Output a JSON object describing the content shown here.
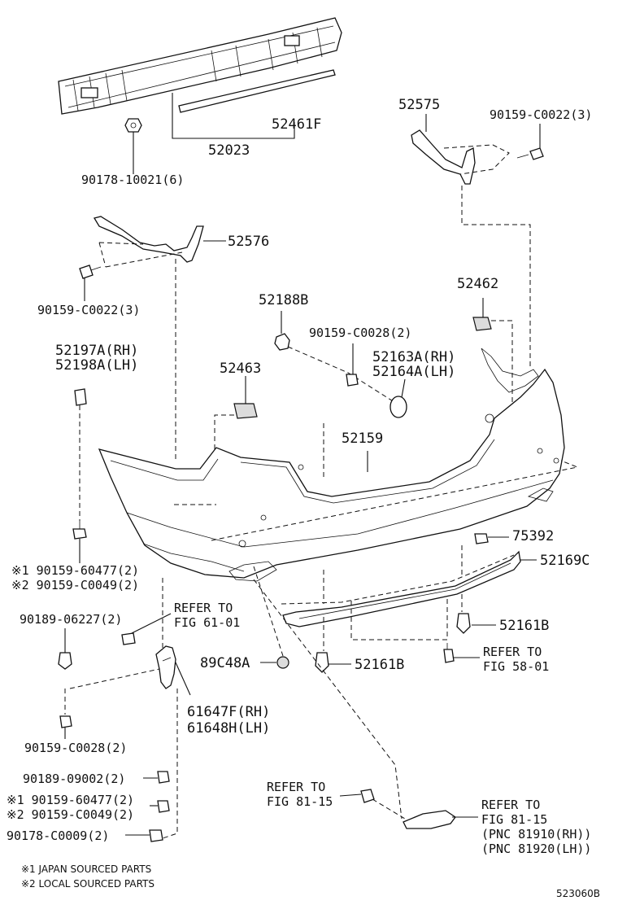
{
  "diagram": {
    "code": "523060B",
    "notes": [
      "※1 JAPAN SOURCED PARTS",
      "※2 LOCAL SOURCED PARTS"
    ],
    "labels": {
      "p52461F": "52461F",
      "p52023": "52023",
      "p90178_10021": "90178-10021(6)",
      "p52575": "52575",
      "p90159_C0022_r": "90159-C0022(3)",
      "p52576": "52576",
      "p90159_C0022_l": "90159-C0022(3)",
      "p52188B": "52188B",
      "p90159_C0028_top": "90159-C0028(2)",
      "p52462": "52462",
      "p52163A": "52163A(RH)",
      "p52164A": "52164A(LH)",
      "p52197A": "52197A(RH)",
      "p52198A": "52198A(LH)",
      "p52463": "52463",
      "p52159": "52159",
      "p90159_60477_a": "※1 90159-60477(2)",
      "p90159_C0049_a": "※2 90159-C0049(2)",
      "p75392": "75392",
      "p52169C": "52169C",
      "p90189_06227": "90189-06227(2)",
      "refer_61_a": "REFER TO",
      "refer_61_b": "FIG 61-01",
      "p52161B_r": "52161B",
      "p89C48A": "89C48A",
      "p52161B_c": "52161B",
      "refer_58_a": "REFER TO",
      "refer_58_b": "FIG 58-01",
      "p61647F": "61647F(RH)",
      "p61648H": "61648H(LH)",
      "p90159_C0028_bot": "90159-C0028(2)",
      "p90189_09002": "90189-09002(2)",
      "p90159_60477_b": "※1 90159-60477(2)",
      "p90159_C0049_b": "※2 90159-C0049(2)",
      "p90178_C0009": "90178-C0009(2)",
      "refer_81_l_a": "REFER TO",
      "refer_81_l_b": "FIG 81-15",
      "refer_81_r_a": "REFER TO",
      "refer_81_r_b": "FIG 81-15",
      "pnc_rh": "(PNC 81910(RH))",
      "pnc_lh": "(PNC 81920(LH))"
    }
  }
}
